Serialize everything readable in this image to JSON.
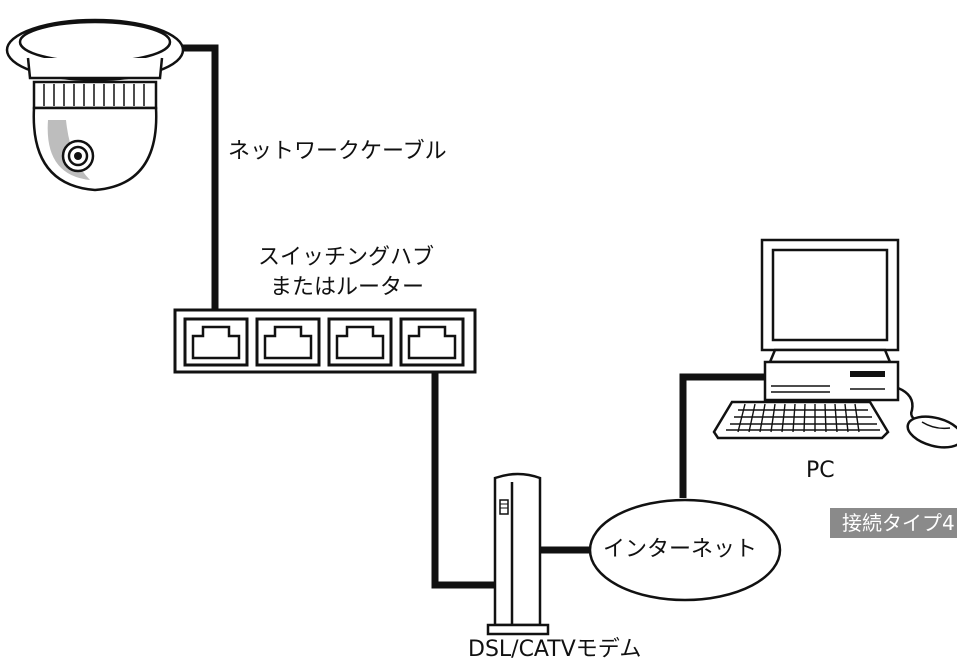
{
  "labels": {
    "network_cable": "ネットワークケーブル",
    "switch_line1": "スイッチングハブ",
    "switch_line2": "またはルーター",
    "pc": "PC",
    "internet": "インターネット",
    "modem": "DSL/CATVモデム"
  },
  "badge": {
    "text": "接続タイプ4",
    "background": "#8a8a8a"
  },
  "colors": {
    "line": "#111111",
    "background": "#ffffff"
  },
  "icons": {
    "camera": "dome-camera-icon",
    "switch": "switching-hub-icon",
    "modem": "modem-icon",
    "pc": "desktop-pc-icon",
    "mouse": "mouse-icon"
  }
}
